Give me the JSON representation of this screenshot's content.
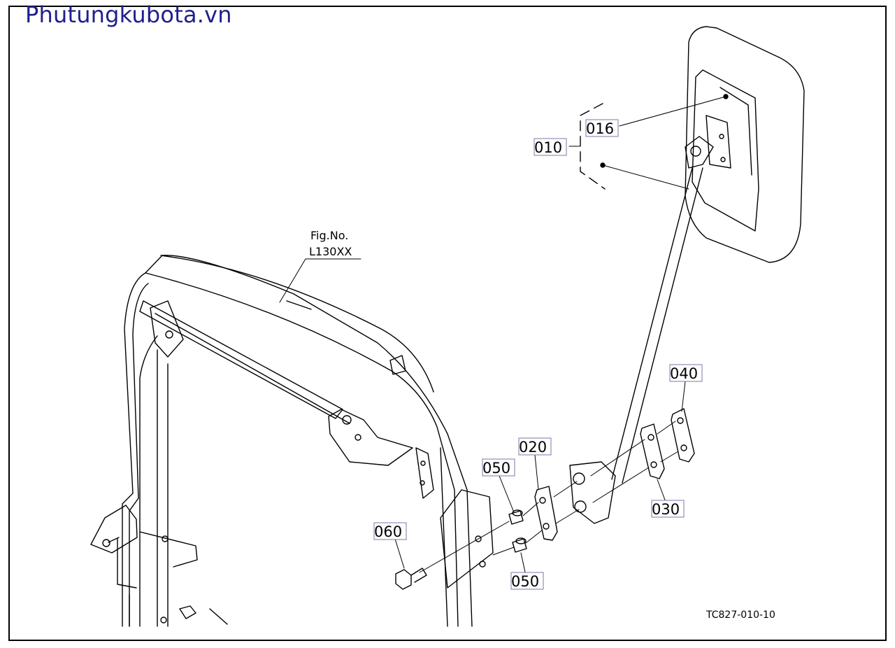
{
  "watermark": "Phutungkubota.vn",
  "figure": {
    "ref_line1": "Fig.No.",
    "ref_line2": "L130XX",
    "drawing_code": "TC827-010-10"
  },
  "callouts": {
    "p010": "010",
    "p016": "016",
    "p020": "020",
    "p030": "030",
    "p040": "040",
    "p050a": "050",
    "p050b": "050",
    "p060": "060"
  }
}
